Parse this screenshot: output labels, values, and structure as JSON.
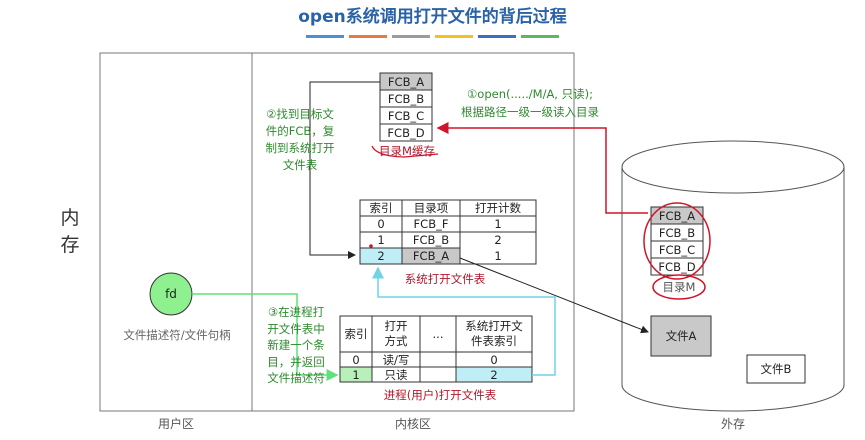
{
  "title": "open系统调用打开文件的背后过程",
  "title_bar_colors": [
    "#4a90d9",
    "#e87a3a",
    "#9b9b9b",
    "#f0c419",
    "#3a6fc4",
    "#5cb85c"
  ],
  "memory_label": "内\n存",
  "zones": {
    "user": "用户区",
    "kernel": "内核区",
    "external": "外存"
  },
  "user_area": {
    "fd": "fd",
    "descriptor_label": "文件描述符/文件句柄"
  },
  "dir_cache": {
    "entries": [
      "FCB_A",
      "FCB_B",
      "FCB_C",
      "FCB_D"
    ],
    "label": "目录M缓存"
  },
  "steps": {
    "step1_line1": "①open(...../M/A, 只读);",
    "step1_line2": "根据路径一级一级读入目录",
    "step2_lines": [
      "②找到目标文",
      "件的FCB，复",
      "制到系统打开",
      "文件表"
    ],
    "step3_lines": [
      "③在进程打",
      "开文件表中",
      "新建一个条",
      "目，并返回",
      "文件描述符"
    ]
  },
  "system_table": {
    "headers": [
      "索引",
      "目录项",
      "打开计数"
    ],
    "rows": [
      [
        "0",
        "FCB_F",
        "1"
      ],
      [
        "1",
        "FCB_B",
        "2"
      ],
      [
        "2",
        "FCB_A",
        "1"
      ]
    ],
    "label": "系统打开文件表"
  },
  "process_table": {
    "headers": [
      "索引",
      "打开\n方式",
      "...",
      "系统打开文\n件表索引"
    ],
    "rows": [
      [
        "0",
        "读/写",
        "",
        "0"
      ],
      [
        "1",
        "只读",
        "",
        "2"
      ]
    ],
    "label": "进程(用户)打开文件表"
  },
  "disk": {
    "entries": [
      "FCB_A",
      "FCB_B",
      "FCB_C",
      "FCB_D"
    ],
    "dir_label": "目录M",
    "file_a": "文件A",
    "file_b": "文件B"
  }
}
